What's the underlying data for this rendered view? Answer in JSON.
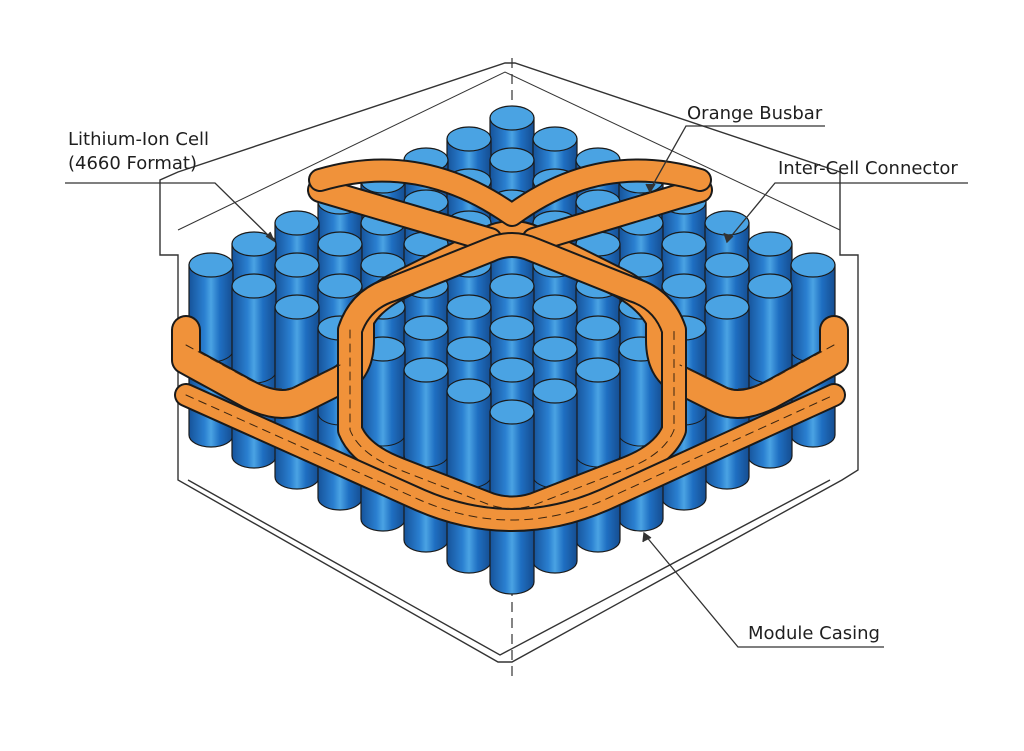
{
  "diagram": {
    "subject": "Battery module isometric cutaway",
    "colors": {
      "background": "#ffffff",
      "cell_top": "#4aa3e3",
      "cell_side": "#1f6fc2",
      "cell_side_dark": "#16539a",
      "cell_highlight": "#5fb4ee",
      "busbar": "#f0923a",
      "busbar_dark": "#c96f1f",
      "outline": "#1a1a1a",
      "casing_line": "#333333"
    },
    "callouts": [
      {
        "id": "cell",
        "line1": "Lithium-Ion Cell",
        "line2": "(4660 Format)"
      },
      {
        "id": "busbar",
        "line1": "Orange Busbar"
      },
      {
        "id": "connector",
        "line1": "Inter-Cell Connector"
      },
      {
        "id": "casing",
        "line1": "Module Casing"
      }
    ]
  }
}
